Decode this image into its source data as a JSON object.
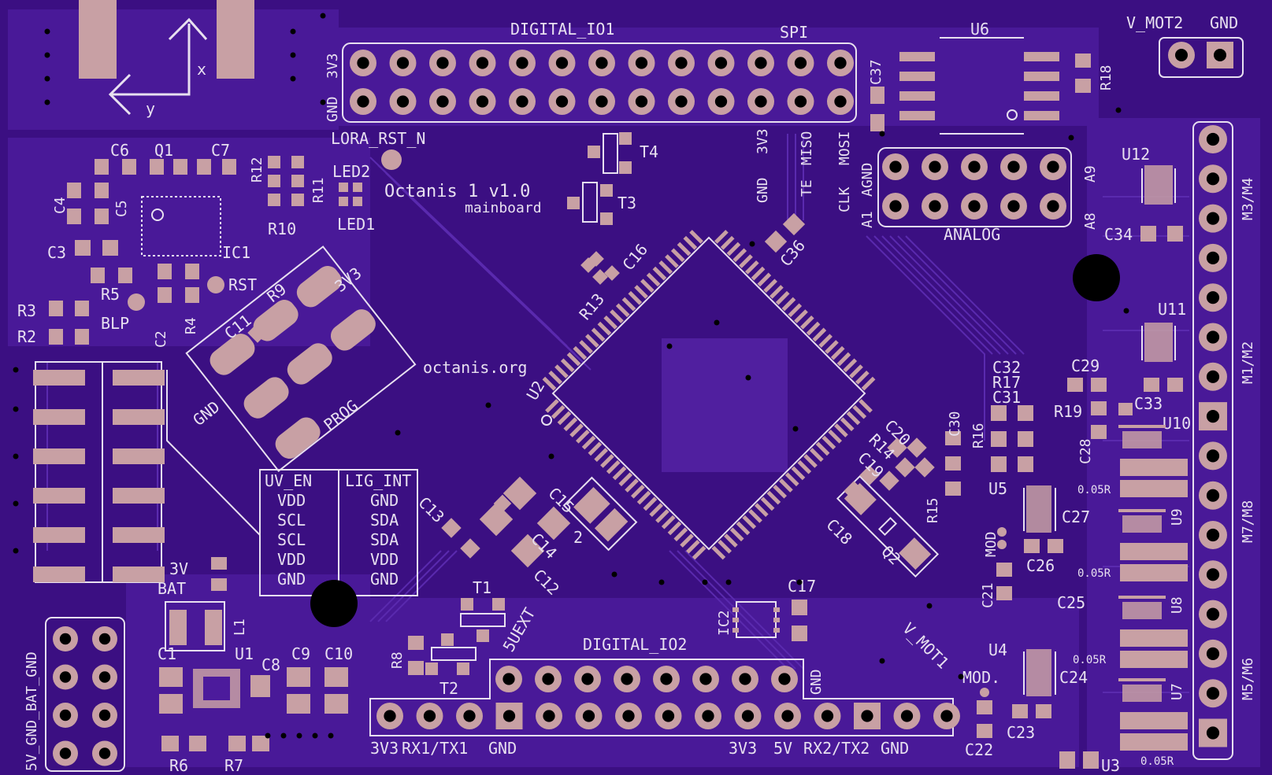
{
  "colors": {
    "board": "#3b0f82",
    "copper": "#4a1a9a",
    "trace": "#5a2aae",
    "pad": "#c8a0a4",
    "silk": "#e8e0f0",
    "hole": "#000000"
  },
  "axes": {
    "x": "x",
    "y": "y"
  },
  "title": {
    "line1": "Octanis 1 v1.0",
    "line2": "mainboard",
    "url": "octanis.org"
  },
  "headers": {
    "digital_io1": "DIGITAL_IO1",
    "digital_io2": "DIGITAL_IO2",
    "spi": "SPI",
    "analog": "ANALOG",
    "prog": "PROG",
    "v_mot1": "V_MOT1",
    "v_mot2": "V_MOT2",
    "gnd": "GND",
    "fiveuext": "5UEXT",
    "batgnd": "5V_GND_BAT_GND"
  },
  "pin_labels": {
    "top_left_3v3": "3V3",
    "top_left_gnd": "GND",
    "lora_rst": "LORA_RST_N",
    "spi_gnd": "GND",
    "spi_3v3": "3V3",
    "spi_te": "TE",
    "spi_miso": "MISO",
    "spi_clk": "CLK",
    "spi_mosi": "MOSI",
    "analog_agnd": "AGND",
    "analog_a1": "A1",
    "analog_a8": "A8",
    "analog_a9": "A9",
    "bottom_3v3_left": "3V3",
    "rx1tx1": "RX1/TX1",
    "bottom_gnd_left": "GND",
    "bottom_3v3_right": "3V3",
    "bottom_5v": "5V",
    "rx2tx2": "RX2/TX2",
    "bottom_gnd_right": "GND",
    "dio2_gnd": "GND",
    "prog_3v3": "3V3",
    "prog_gnd": "GND",
    "m34": "M3/M4",
    "m12": "M1/M2",
    "m78": "M7/M8",
    "m56": "M5/M6",
    "bat3v": "3V",
    "bat": "BAT",
    "mod": "MOD",
    "mod2": "MOD."
  },
  "sensor_table": {
    "left_header": "UV_EN",
    "right_header": "LIG_INT",
    "left": [
      "VDD",
      "SCL",
      "SCL",
      "VDD",
      "GND"
    ],
    "right": [
      "GND",
      "SDA",
      "SDA",
      "VDD",
      "GND"
    ]
  },
  "refdes": {
    "U6": "U6",
    "U12": "U12",
    "U11": "U11",
    "U10": "U10",
    "U9": "U9",
    "U8": "U8",
    "U7": "U7",
    "U5": "U5",
    "U4": "U4",
    "U3": "U3",
    "U2": "U2",
    "U1": "U1",
    "IC1": "IC1",
    "IC2": "IC2",
    "Q1": "Q1",
    "Q2": "Q2",
    "T1": "T1",
    "T2": "T2",
    "T3": "T3",
    "T4": "T4",
    "L1": "L1",
    "LED1": "LED1",
    "LED2": "LED2",
    "RST": "RST",
    "BLP": "BLP",
    "C1": "C1",
    "C2": "C2",
    "C3": "C3",
    "C4": "C4",
    "C5": "C5",
    "C6": "C6",
    "C7": "C7",
    "C8": "C8",
    "C9": "C9",
    "C10": "C10",
    "C11": "C11",
    "C12": "C12",
    "C13": "C13",
    "C14": "C14",
    "C15": "C15",
    "C16": "C16",
    "C17": "C17",
    "C18": "C18",
    "C19": "C19",
    "C20": "C20",
    "C21": "C21",
    "C22": "C22",
    "C23": "C23",
    "C24": "C24",
    "C25": "C25",
    "C26": "C26",
    "C27": "C27",
    "C28": "C28",
    "C29": "C29",
    "C30": "C30",
    "C31": "C31",
    "C32": "C32",
    "C33": "C33",
    "C34": "C34",
    "C36": "C36",
    "C37": "C37",
    "R2": "R2",
    "R3": "R3",
    "R4": "R4",
    "R5": "R5",
    "R6": "R6",
    "R7": "R7",
    "R8": "R8",
    "R9": "R9",
    "R10": "R10",
    "R11": "R11",
    "R12": "R12",
    "R13": "R13",
    "R14": "R14",
    "R15": "R15",
    "R16": "R16",
    "R17": "R17",
    "R18": "R18",
    "R19": "R19"
  },
  "shunt_value": "0.05R",
  "prog_pin_2": "2"
}
